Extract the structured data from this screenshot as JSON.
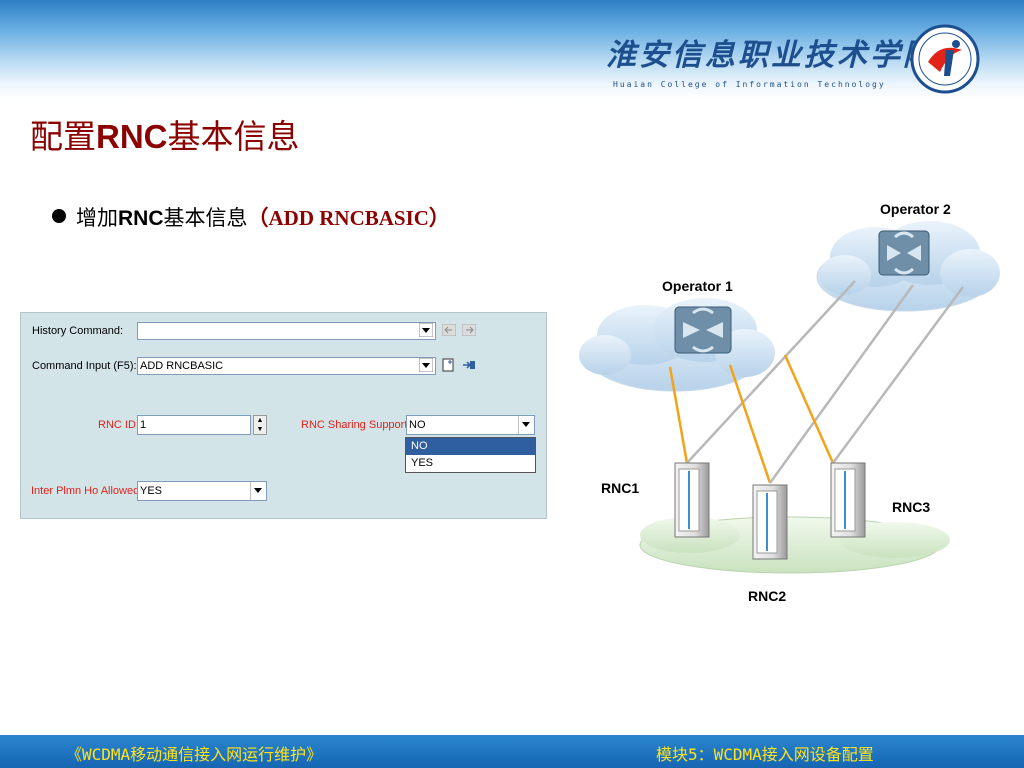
{
  "header": {
    "college_name_cn": "淮安信息职业技术学院",
    "college_name_en": "Huaian College of Information Technology"
  },
  "slide": {
    "title_prefix": "配置",
    "title_bold": "RNC",
    "title_suffix": "基本信息",
    "bullet_prefix": "增加",
    "bullet_bold": "RNC",
    "bullet_suffix": "基本信息",
    "bullet_cmd": "（ADD  RNCBASIC）"
  },
  "form": {
    "history_label": "History Command:",
    "history_value": "",
    "command_label": "Command Input (F5):",
    "command_value": "ADD RNCBASIC",
    "rnc_id_label": "RNC ID",
    "rnc_id_value": "1",
    "sharing_label": "RNC Sharing Support",
    "sharing_value": "NO",
    "sharing_options": [
      "NO",
      "YES"
    ],
    "plmn_label": "Inter Plmn Ho Allowed",
    "plmn_value": "YES"
  },
  "diagram": {
    "operator1": "Operator 1",
    "operator2": "Operator 2",
    "rnc1": "RNC1",
    "rnc2": "RNC2",
    "rnc3": "RNC3"
  },
  "footer": {
    "left": "《WCDMA移动通信接入网运行维护》",
    "right": "模块5：WCDMA接入网设备配置"
  },
  "colors": {
    "title": "#8b0000",
    "label_red": "#e2231a",
    "footer_bg": "#1a6fbb",
    "footer_text": "#ffe21a",
    "panel_bg": "#d3e4e9"
  },
  "icons": {
    "logo": "college-logo",
    "router": "router-icon",
    "rack": "rnc-cabinet-icon"
  }
}
